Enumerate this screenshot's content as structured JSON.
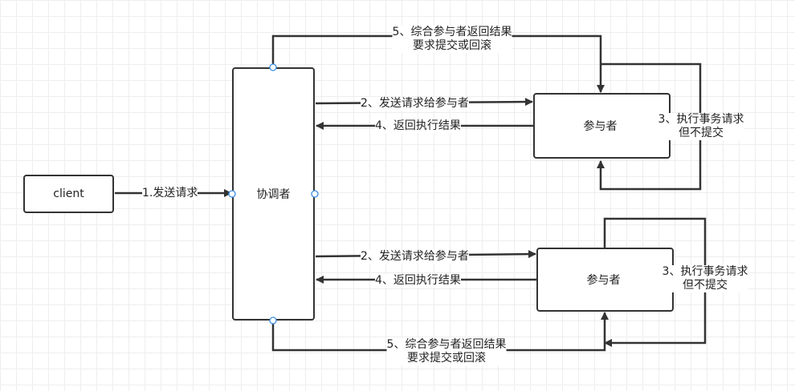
{
  "nodes": {
    "client": "client",
    "coordinator": "协调者",
    "participant_top": "参与者",
    "participant_bottom": "参与者"
  },
  "edges": {
    "send_request": "1.发送请求",
    "send_to_participant_top": "2、发送请求给参与者",
    "return_result_top": "4、返回执行结果",
    "commit_or_rollback_top": {
      "line1": "5、综合参与者返回结果",
      "line2": "要求提交或回滚"
    },
    "execute_no_commit_top": {
      "line1": "3、执行事务请求",
      "line2": "但不提交"
    },
    "send_to_participant_bottom": "2、发送请求给参与者",
    "return_result_bottom": "4、返回执行结果",
    "commit_or_rollback_bottom": {
      "line1": "5、综合参与者返回结果",
      "line2": "要求提交或回滚"
    },
    "execute_no_commit_bottom": {
      "line1": "3、执行事务请求",
      "line2": "但不提交"
    }
  },
  "colors": {
    "stroke": "#333333",
    "port": "#3a8ee6",
    "grid": "#eeeeee"
  }
}
